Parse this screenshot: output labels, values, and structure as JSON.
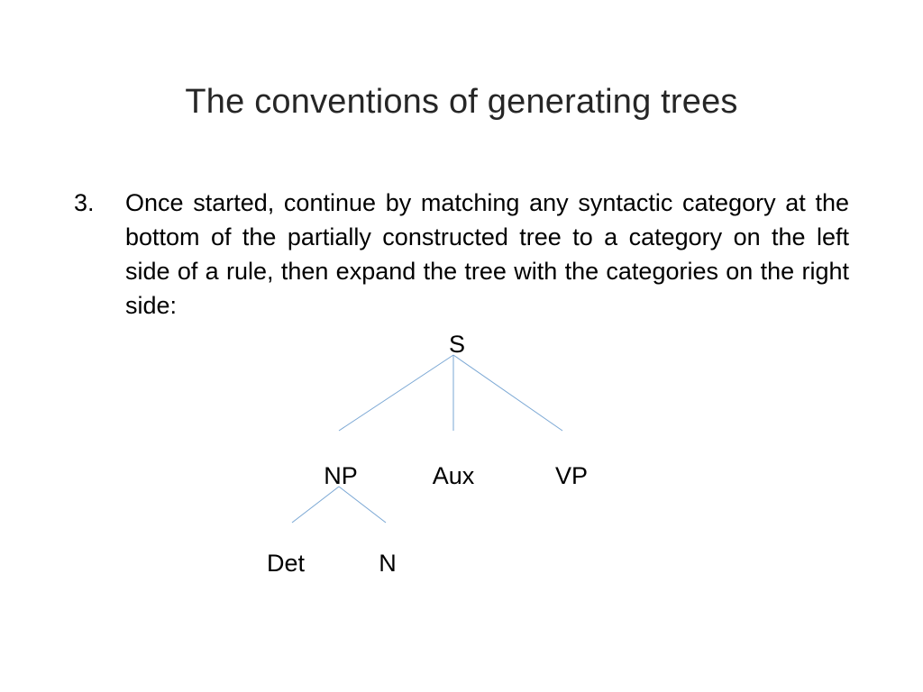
{
  "slide": {
    "title": "The conventions of generating trees",
    "item_number": "3.",
    "item_text": "Once started, continue by matching any syntactic category at the bottom of the partially constructed tree to a category on the left side of a rule, then expand the tree with the categories on the right side:"
  },
  "tree": {
    "root": "S",
    "level1": [
      "NP",
      "Aux",
      "VP"
    ],
    "level2": [
      "Det",
      "N"
    ]
  }
}
